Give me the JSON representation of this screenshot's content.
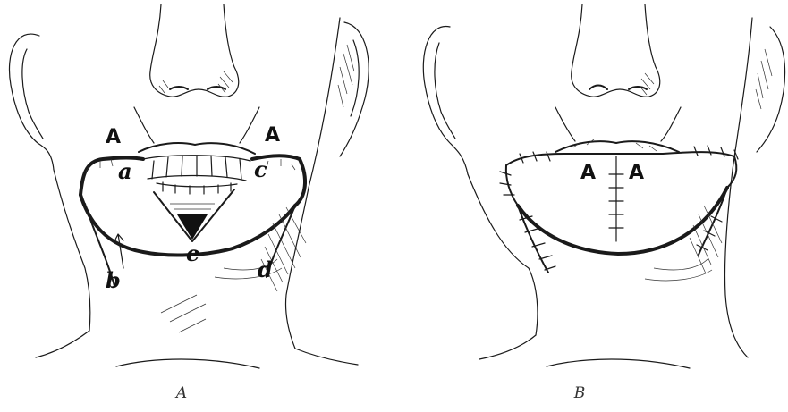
{
  "figures": [
    {
      "caption": "A",
      "labels": {
        "flap_left": "A",
        "flap_right": "A",
        "a": "a",
        "b": "b",
        "c": "c",
        "d": "d",
        "e": "e"
      }
    },
    {
      "caption": "B",
      "labels": {
        "suture_left": "A",
        "suture_right": "A"
      }
    }
  ]
}
